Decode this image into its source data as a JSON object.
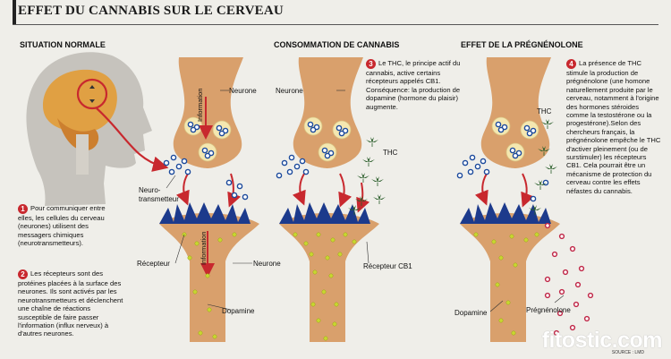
{
  "title": "EFFET DU CANNABIS SUR LE CERVEAU",
  "sections": {
    "normal": "SITUATION NORMALE",
    "cannabis": "CONSOMMATION DE CANNABIS",
    "pregnenolone": "EFFET DE LA PRÉGNÉNOLONE"
  },
  "steps": {
    "step1": {
      "number": "1",
      "text": "Pour communiquer entre elles, les cellules du cerveau (neurones) utilisent des messagers chimiques (neurotransmetteurs)."
    },
    "step2": {
      "number": "2",
      "text": "Les récepteurs sont des protéines placées à la surface des neurones. Ils sont activés par les neurotransmetteurs et déclenchent une chaîne de réactions susceptible de faire passer l'information (influx nerveux) à d'autres neurones."
    },
    "step3": {
      "number": "3",
      "text": "Le THC, le principe actif du cannabis, active certains récepteurs appelés CB1. Conséquence: la production de dopamine (hormone du plaisir) augmente."
    },
    "step4": {
      "number": "4",
      "text": "La présence de THC stimule la production de prégnénolone (une homone naturellement produite par le cerveau, notamment à l'origine des hormones stéroides comme la testostérone ou la progestérone).Selon des chercheurs français, la prégnénolone empêche le THC d'activer pleinement (ou de surstimuler) les récepteurs CB1. Cela pourrait être un mécanisme de protection du cerveau contre les effets néfastes du cannabis."
    }
  },
  "labels": {
    "neurone_top1": "Neurone",
    "neurone_top2": "Neurone",
    "information_top": "Information",
    "information_bottom": "Information",
    "neurotransmetteur": "Neuro-\ntransmetteur",
    "recepteur": "Récepteur",
    "neurone_bottom": "Neurone",
    "dopamine1": "Dopamine",
    "thc1": "THC",
    "recepteur_cb1": "Récepteur CB1",
    "thc2": "THC",
    "dopamine2": "Dopamine",
    "pregnenolone": "Prégnénolone"
  },
  "watermark": "fitostic.com",
  "source": "SOURCE : LMD",
  "colors": {
    "neuron": "#d9a06c",
    "neuron_outline": "#8a5a36",
    "receptor": "#1c3a8c",
    "vesicle": "#f4e7b0",
    "transmitter": "#5a8fc4",
    "dopamine": "#c8d630",
    "thc": "#2a5e2a",
    "pregnenolone": "#d04060",
    "arrow": "#c8282e"
  }
}
